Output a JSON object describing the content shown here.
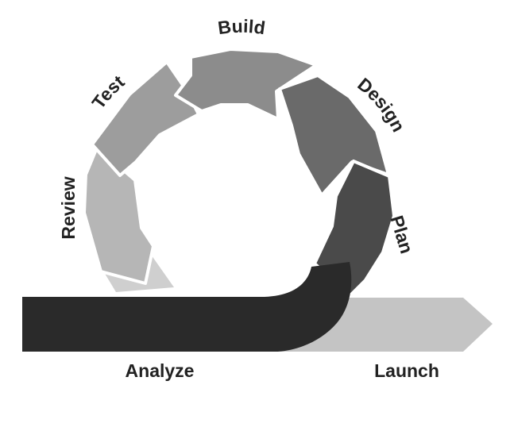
{
  "diagram": {
    "stages": {
      "build": "Build",
      "design": "Design",
      "plan": "Plan",
      "test": "Test",
      "review": "Review",
      "analyze": "Analyze",
      "launch": "Launch"
    },
    "colors": {
      "build": "#8c8c8c",
      "design": "#6a6a6a",
      "plan": "#4a4a4a",
      "test": "#9d9d9d",
      "review": "#b6b6b6",
      "review_tail": "#cfcfcf",
      "analyze": "#2a2a2a",
      "launch": "#c4c4c4",
      "label": "#222222"
    }
  }
}
